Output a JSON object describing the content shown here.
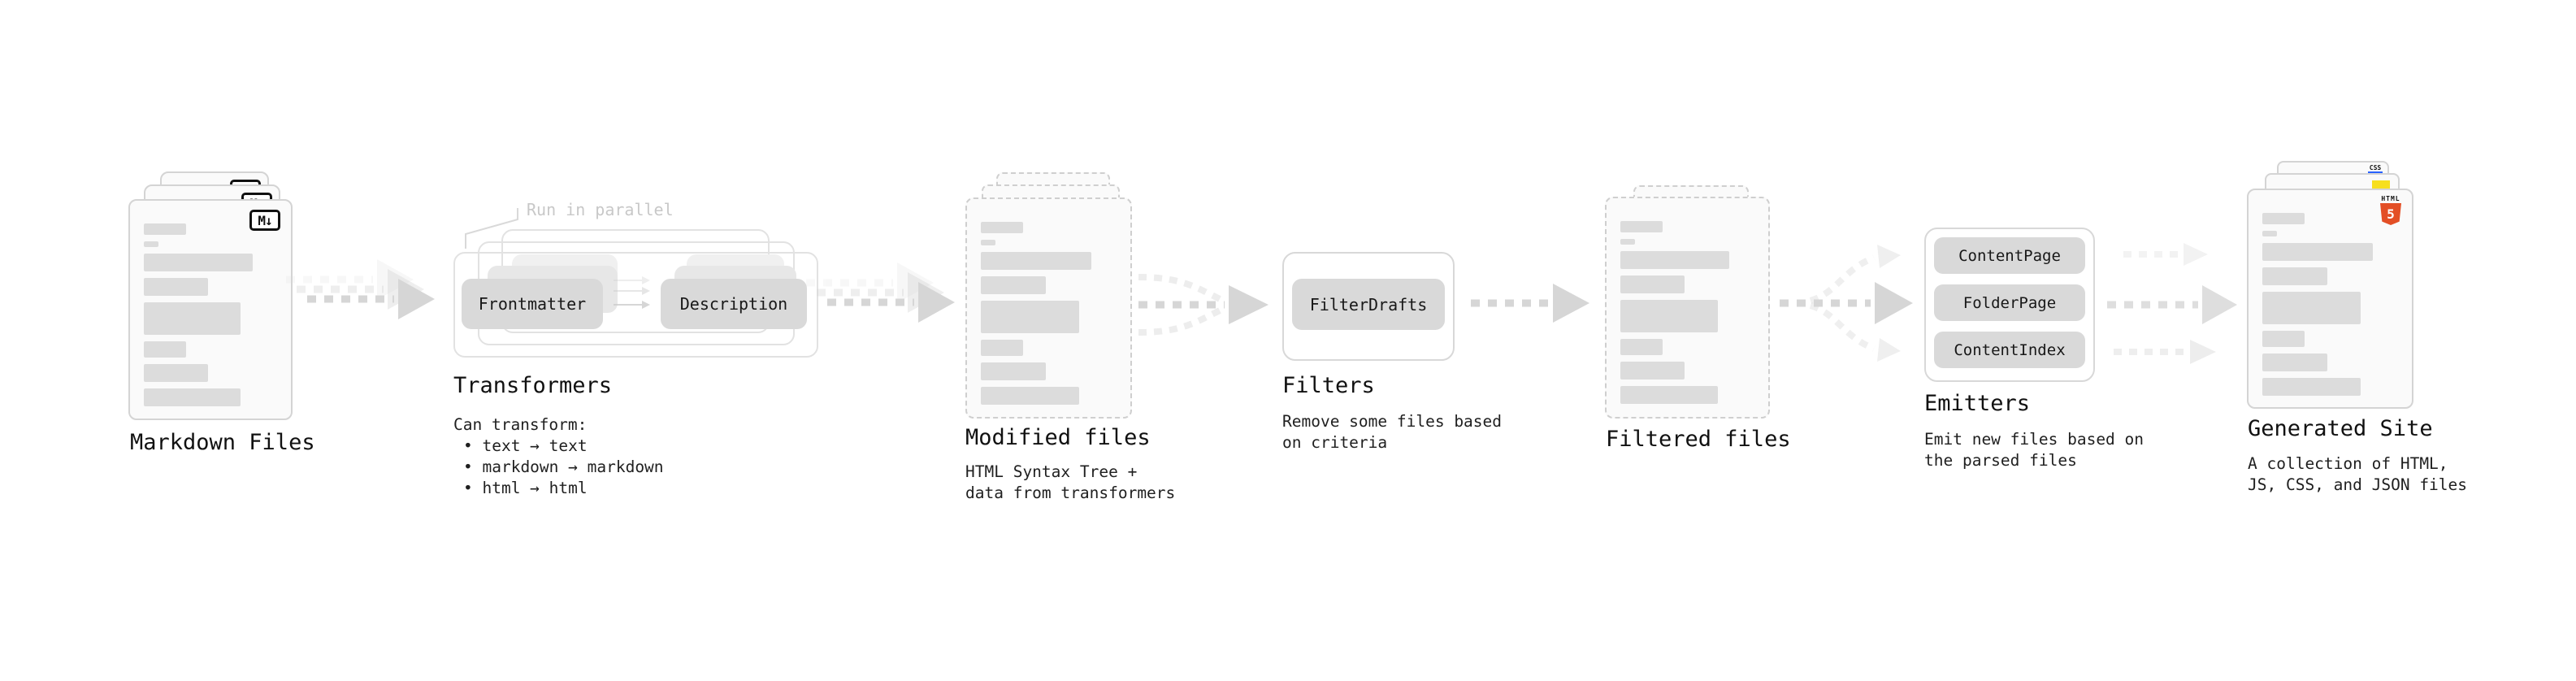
{
  "colors": {
    "canvas": "#ffffff",
    "card_fill": "#fafafa",
    "card_border": "#d4d4d4",
    "skeleton_bar": "#dcdcdc",
    "node_fill": "#d9d9d9",
    "arrow": "#d6d6d6",
    "text": "#1c1c1c",
    "muted_annotation": "#c8c8c8",
    "html5_orange": "#e34f26",
    "js_yellow": "#f7df1e",
    "css_blue": "#2962ff"
  },
  "stages": {
    "markdown_files": {
      "label": "Markdown Files",
      "badge": "M↓"
    },
    "transformers": {
      "label": "Transformers",
      "annotation": "Run in parallel",
      "node_a": "Frontmatter",
      "node_b": "Description",
      "caption_title": "Can transform:",
      "bullets": [
        "• text → text",
        "• markdown → markdown",
        "• html → html"
      ]
    },
    "modified_files": {
      "label": "Modified files",
      "caption": "HTML Syntax Tree +\ndata from transformers"
    },
    "filters": {
      "label": "Filters",
      "node": "FilterDrafts",
      "caption": "Remove some files based\non criteria"
    },
    "filtered_files": {
      "label": "Filtered files"
    },
    "emitters": {
      "label": "Emitters",
      "nodes": [
        "ContentPage",
        "FolderPage",
        "ContentIndex"
      ],
      "caption": "Emit new files based on\nthe parsed files"
    },
    "generated_site": {
      "label": "Generated Site",
      "caption": "A collection of HTML,\nJS, CSS, and JSON files",
      "badge_css": "CSS",
      "badge_html": "HTML",
      "badge_html_number": "5"
    }
  }
}
